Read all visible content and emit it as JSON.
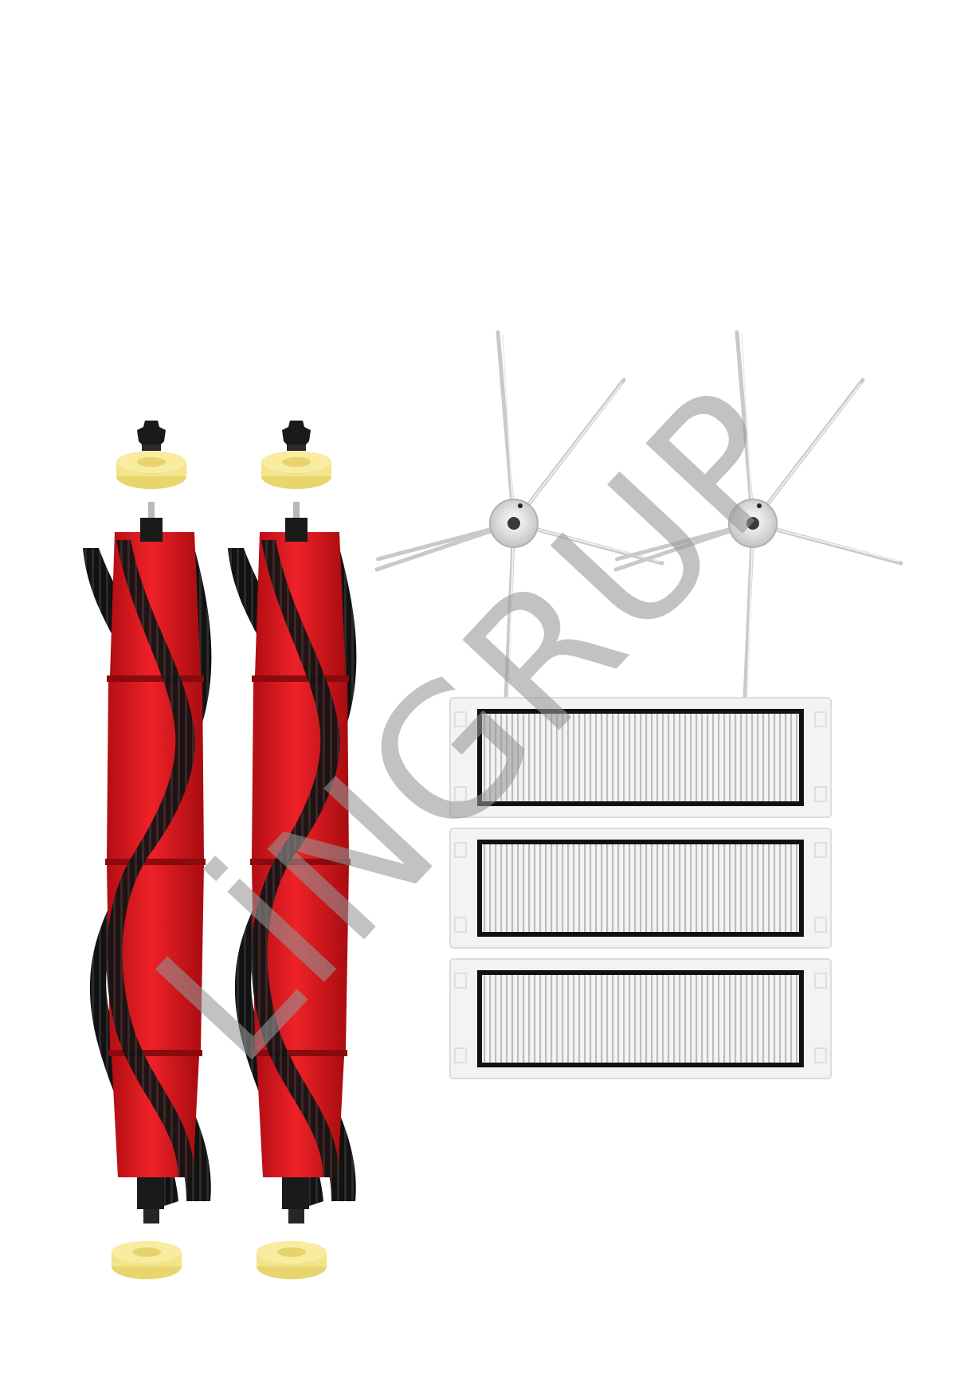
{
  "watermark": {
    "text": "LİNGRUP"
  },
  "colors": {
    "background": "#ffffff",
    "brush_red": "#e0181e",
    "brush_red_dark": "#b50f14",
    "bristle_black": "#151515",
    "cap_yellow": "#f3e38a",
    "cap_black": "#1a1a1a",
    "filter_frame": "#f2f2f2",
    "filter_border": "#111111",
    "filter_mesh": "#cfcfcf",
    "side_brush_silver": "#d4d4d4",
    "watermark_gray": "#969696"
  },
  "items": {
    "main_brushes": 2,
    "side_brushes": 2,
    "filters": 3
  }
}
